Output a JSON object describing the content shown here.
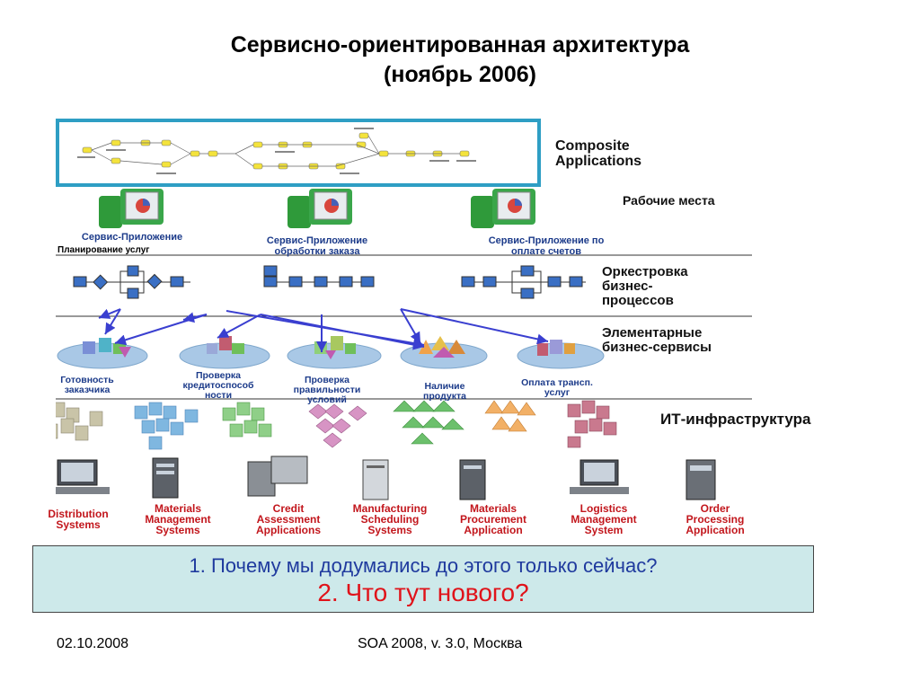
{
  "title": {
    "line1": "Сервисно-ориентированная архитектура",
    "line2": "(ноябрь 2006)"
  },
  "layers": {
    "composite": [
      "Composite",
      "Applications"
    ],
    "workplaces": "Рабочие места",
    "orchestration": [
      "Оркестровка",
      "бизнес-",
      "процессов"
    ],
    "elementary": [
      "Элементарные",
      "бизнес-сервисы"
    ],
    "it": "ИТ-инфраструктура"
  },
  "service_apps": [
    [
      "Сервис-Приложение",
      "Планирование услуг"
    ],
    [
      "Сервис-Приложение",
      "обработки заказа"
    ],
    [
      "Сервис-Приложение по",
      "оплате счетов"
    ]
  ],
  "services": [
    [
      "Готовность",
      "заказчика"
    ],
    [
      "Проверка",
      "кредитоспособ",
      "ности"
    ],
    [
      "Проверка",
      "правильности",
      "условий"
    ],
    [
      "Наличие",
      "продукта"
    ],
    [
      "Оплата трансп.",
      "услуг"
    ]
  ],
  "systems": [
    [
      "Distribution",
      "Systems"
    ],
    [
      "Materials",
      "Management",
      "Systems"
    ],
    [
      "Credit",
      "Assessment",
      "Applications"
    ],
    [
      "Manufacturing",
      "Scheduling",
      "Systems"
    ],
    [
      "Materials",
      "Procurement",
      "Application"
    ],
    [
      "Logistics",
      "Management",
      "System"
    ],
    [
      "Order",
      "Processing",
      "Application"
    ]
  ],
  "questions": {
    "q1": "1. Почему мы додумались до этого только сейчас?",
    "q2": "2. Что тут нового?"
  },
  "footer": {
    "date": "02.10.2008",
    "center": "SOA 2008, v. 3.0, Москва"
  },
  "colors": {
    "accent_blue": "#1c3b8a",
    "system_red": "#c2161c",
    "question_bg": "#cde9ea",
    "flow_box": "#3a6fc4"
  }
}
